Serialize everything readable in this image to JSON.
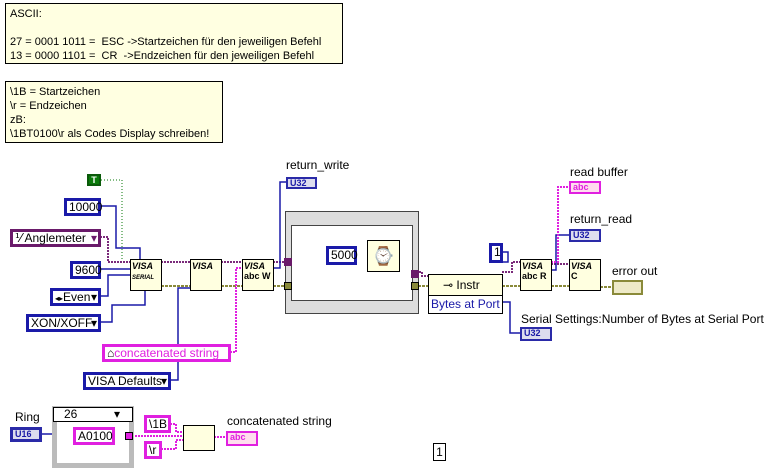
{
  "comments": [
    {
      "text": "ASCII:\n\n27 = 0001 1011 =  ESC ->Startzeichen für den jeweiligen Befehl\n13 = 0000 1101 =  CR  ->Endzeichen für den jeweiligen Befehl"
    },
    {
      "text": "\\1B = Startzeichen\n\\r = Endzeichen\nzB:\n\\1BT0100\\r als Codes Display schreiben!"
    }
  ],
  "constants": {
    "bool": "T",
    "timeout": "10000",
    "resource": "Anglemeter",
    "baud": "9600",
    "parity": "Even",
    "flow": "XON/XOFF",
    "local_var": "concatenated string",
    "visa_defaults": "VISA Defaults",
    "wait_ms": "5000",
    "read_count": "1",
    "start_char": "\\1B",
    "end_char": "\\r",
    "case_value": "A0100",
    "case_selector": "26",
    "free_label": "1"
  },
  "nodes": {
    "serial": "VISA",
    "serial_sub": "SERIAL",
    "open": "VISA",
    "write": "VISA",
    "read": "VISA",
    "close": "VISA",
    "property_class": "Instr",
    "property_item": "Bytes at Port"
  },
  "indicators": {
    "return_write": "return_write",
    "read_buffer": "read buffer",
    "return_read": "return_read",
    "error_out": "error out",
    "bytes_at_port": "Serial Settings:Number of Bytes at Serial Port",
    "ring": "Ring",
    "concat_out": "concatenated string"
  },
  "types": {
    "u32": "U32",
    "u16": "U16",
    "abc": "abc"
  },
  "colors": {
    "numeric": "#1a1aa8",
    "string": "#e020e0",
    "visa": "#6a1a6a",
    "error": "#8a8a3a",
    "bool": "#0a7a0a",
    "comment": "#ffffe1"
  }
}
